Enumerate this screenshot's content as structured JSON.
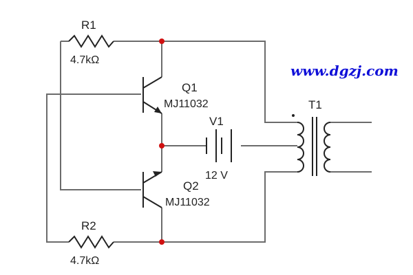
{
  "watermark": "www.dgzj.com",
  "colors": {
    "wire": "#6b6b6b",
    "component": "#222222",
    "node": "#d01010",
    "watermark": "#1010d8"
  },
  "components": {
    "r1": {
      "name": "R1",
      "value": "4.7kΩ"
    },
    "r2": {
      "name": "R2",
      "value": "4.7kΩ"
    },
    "q1": {
      "name": "Q1",
      "part": "MJ11032"
    },
    "q2": {
      "name": "Q2",
      "part": "MJ11032"
    },
    "v1": {
      "name": "V1",
      "value": "12 V"
    },
    "t1": {
      "name": "T1"
    }
  }
}
